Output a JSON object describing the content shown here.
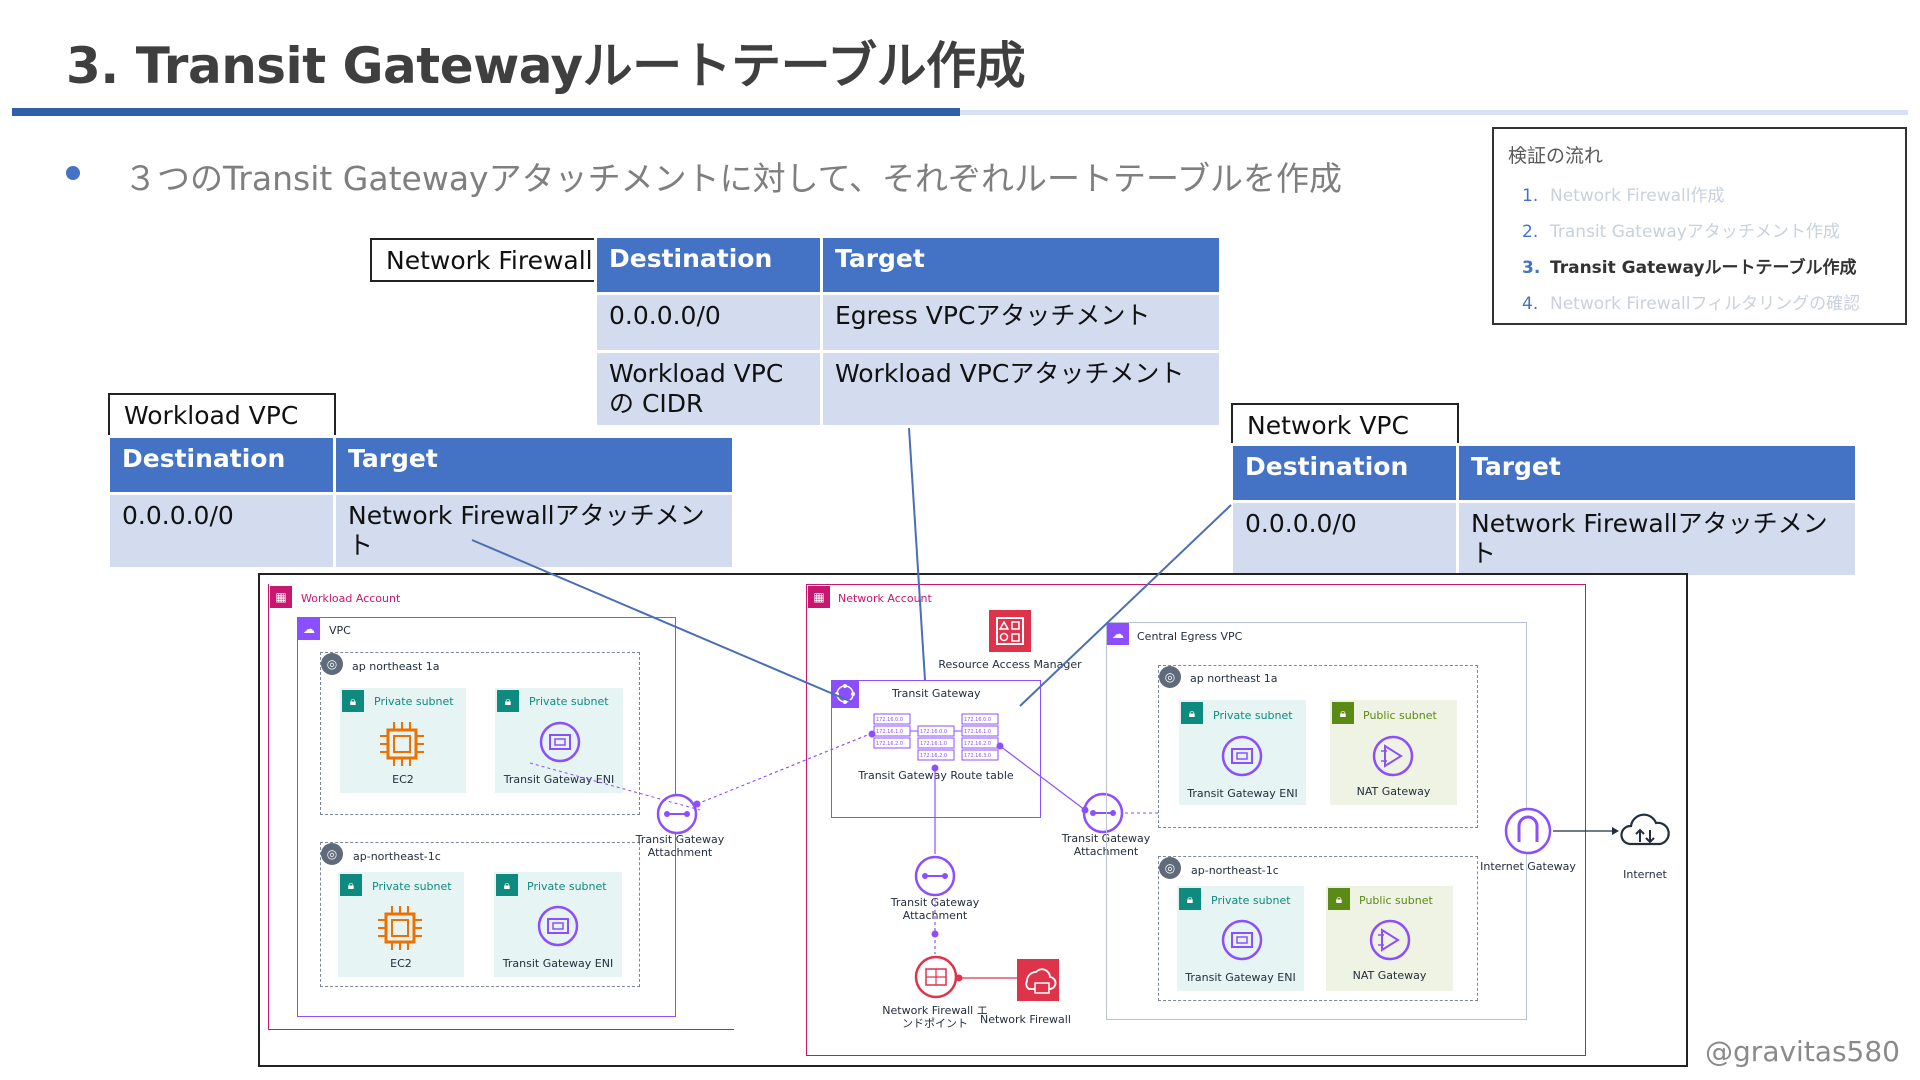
{
  "header": {
    "title": "3. Transit Gatewayルートテーブル作成",
    "bullet": "３つのTransit Gatewayアタッチメントに対して、それぞれルートテーブルを作成"
  },
  "flow": {
    "title": "検証の流れ",
    "items": [
      {
        "num": "1.",
        "label": "Network Firewall作成"
      },
      {
        "num": "2.",
        "label": "Transit Gatewayアタッチメント作成"
      },
      {
        "num": "3.",
        "label": "Transit Gatewayルートテーブル作成"
      },
      {
        "num": "4.",
        "label": "Network Firewallフィルタリングの確認"
      }
    ]
  },
  "tables": {
    "network_firewall": {
      "label": "Network Firewall",
      "headers": [
        "Destination",
        "Target"
      ],
      "rows": [
        [
          "0.0.0.0/0",
          "Egress VPCアタッチメント"
        ],
        [
          "Workload VPCの CIDR",
          "Workload VPCアタッチメント"
        ]
      ]
    },
    "workload_vpc": {
      "label": "Workload VPC",
      "headers": [
        "Destination",
        "Target"
      ],
      "rows": [
        [
          "0.0.0.0/0",
          "Network Firewallアタッチメント"
        ]
      ]
    },
    "network_vpc": {
      "label": "Network VPC",
      "headers": [
        "Destination",
        "Target"
      ],
      "rows": [
        [
          "0.0.0.0/0",
          "Network Firewallアタッチメント"
        ]
      ]
    }
  },
  "diagram": {
    "workload_account": "Workload Account",
    "vpc": "VPC",
    "az_1a": "ap northeast 1a",
    "az_1c": "ap-northeast-1c",
    "private_subnet": "Private subnet",
    "ec2": "EC2",
    "tgw_eni": "Transit Gateway ENI",
    "tgw_attachment": "Transit Gateway Attachment",
    "network_account": "Network Account",
    "ram": "Resource Access Manager",
    "transit_gateway": "Transit Gateway",
    "tgw_route_table": "Transit Gateway Route table",
    "route_cells": [
      "172.16.0.0",
      "172.16.1.0",
      "172.16.2.0",
      "172.16.0.0",
      "172.16.1.0",
      "172.16.2.0",
      "172.16.0.0",
      "172.16.1.0",
      "172.16.2.0",
      "172.16.3.0"
    ],
    "nfw_endpoint": "Network Firewall エンドポイント",
    "network_firewall": "Network Firewall",
    "central_egress_vpc": "Central Egress VPC",
    "egress_az_1a": "ap northeast 1a",
    "egress_az_1c": "ap-northeast-1c",
    "public_subnet": "Public subnet",
    "nat_gateway": "NAT Gateway",
    "internet_gateway": "Internet Gateway",
    "internet": "Internet"
  },
  "footer": {
    "watermark": "@gravitas580"
  },
  "colors": {
    "title_bar": "#2f5fa8",
    "table_header": "#4472c4",
    "table_cell": "#d3dcee",
    "account_border": "#c7176e",
    "vpc_border": "#8c4fff",
    "compute_orange": "#ed7100",
    "connector_blue": "#4a6fb5"
  },
  "icons": [
    "ec2-icon",
    "eni-icon",
    "tgw-attachment-icon",
    "transit-gateway-icon",
    "ram-icon",
    "nat-gateway-icon",
    "internet-gateway-icon",
    "cloud-icon",
    "firewall-endpoint-icon",
    "network-firewall-icon",
    "az-icon",
    "lock-icon"
  ]
}
